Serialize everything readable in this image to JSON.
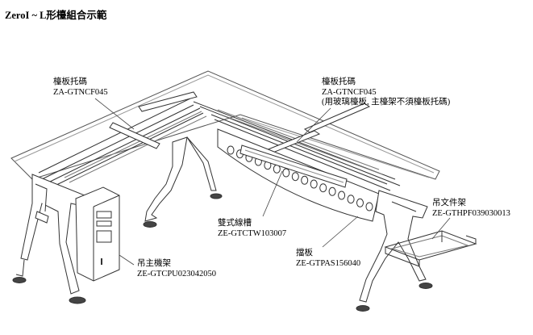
{
  "title": "ZeroI ~ L形檯組合示範",
  "labels": {
    "tray_left": {
      "name": "檯板托碼",
      "code": "ZA-GTNCF045"
    },
    "tray_right": {
      "name": "檯板托碼",
      "code": "ZA-GTNCF045",
      "note": "(用玻璃檯板, 主檯架不須檯板托碼)"
    },
    "cable_tray": {
      "name": "雙式線槽",
      "code": "ZE-GTCTW103007"
    },
    "cpu_holder": {
      "name": "吊主機架",
      "code": "ZE-GTCPU023042050"
    },
    "modesty_panel": {
      "name": "擋板",
      "code": "ZE-GTPAS156040"
    },
    "file_holder": {
      "name": "吊文件架",
      "code": "ZE-GTHPF039030013"
    }
  }
}
